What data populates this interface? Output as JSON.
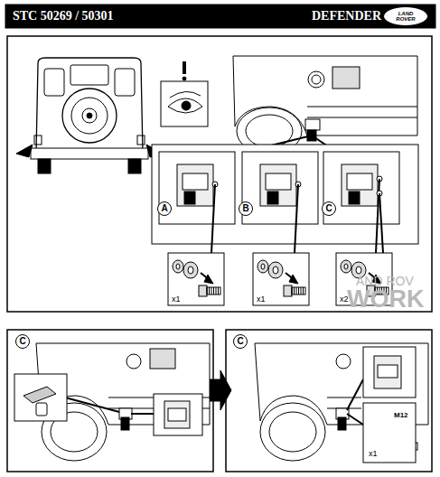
{
  "diagram": {
    "title": "STC 50269 / 50301",
    "nodes": [
      {
        "text": [
          "LAND ROVER"
        ]
      },
      {
        "text": [
          "A"
        ]
      },
      {
        "text": [
          "B"
        ]
      },
      {
        "text": [
          "C"
        ]
      },
      {
        "text": [
          "C"
        ]
      },
      {
        "text": [
          "C"
        ]
      }
    ],
    "labels": [
      "DEFENDER",
      "x1",
      "x1",
      "x2",
      "M12",
      "x1",
      "AND ROV",
      "WORK"
    ]
  }
}
